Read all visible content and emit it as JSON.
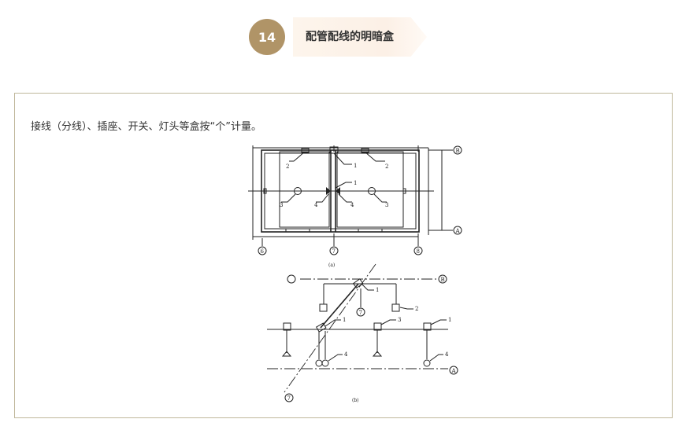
{
  "header": {
    "number": "14",
    "title": "配管配线的明暗盒"
  },
  "content": {
    "description": "接线（分线）、插座、开关、灯头等盒按“个”计量。"
  },
  "diagram": {
    "plan_a": {
      "axis_labels": [
        "B",
        "A",
        "6",
        "7",
        "8"
      ],
      "callouts": [
        "1",
        "2",
        "2",
        "1",
        "3",
        "4",
        "4",
        "3"
      ],
      "caption": "(a)"
    },
    "view_b": {
      "axis_labels": [
        "B",
        "A",
        "7",
        "7"
      ],
      "callouts": [
        "1",
        "2",
        "1",
        "3",
        "1",
        "4",
        "4"
      ],
      "caption": "(b)"
    }
  }
}
